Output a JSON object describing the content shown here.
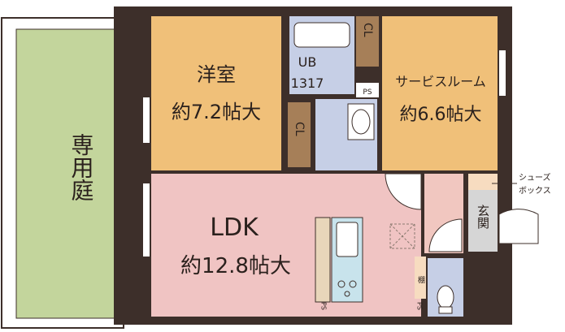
{
  "colors": {
    "wall": "#3d2f2a",
    "garden": "#c3d59c",
    "bedroom": "#f0c079",
    "ldk": "#f0c4c3",
    "wet": "#c6cfe6",
    "storage": "#a67f58",
    "corridor": "#f1c7c0",
    "entrance": "#d6d6d6",
    "shoebox": "#f7dcc0"
  },
  "rooms": {
    "garden": "専用庭",
    "western_room": {
      "name": "洋室",
      "area": "約7.2帖大"
    },
    "service_room": {
      "name": "サービスルーム",
      "area": "約6.6帖大"
    },
    "ldk": {
      "name": "LDK",
      "area": "約12.8帖大"
    },
    "bath": {
      "name": "UB",
      "size": "1317"
    },
    "entrance": "玄関",
    "shelf": "棚"
  },
  "labels": {
    "closet_a": "CL",
    "closet_b": "CL",
    "ps_top": "PS",
    "ps_kitchen": "PS",
    "ps_toilet": "PS",
    "shoe_box_line1": "シューズ",
    "shoe_box_line2": "ボックス"
  }
}
